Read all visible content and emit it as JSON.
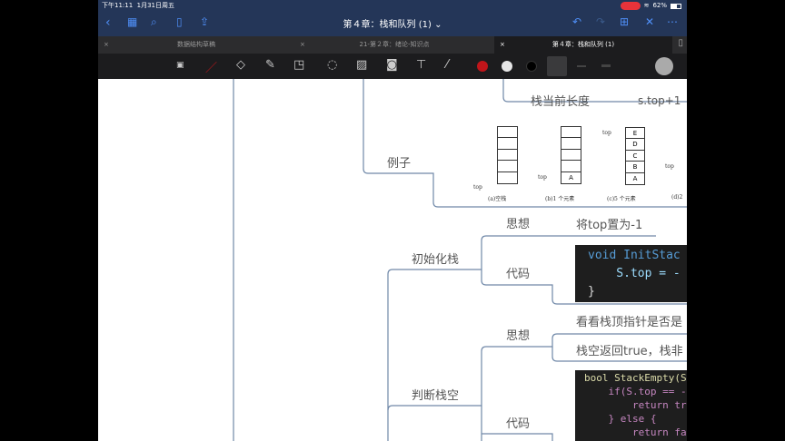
{
  "status": {
    "time": "下午11:11",
    "date": "1月31日周五",
    "battery": "62%",
    "battery_level": 0.62
  },
  "nav": {
    "title": "第４章：栈和队列 (1) ⌄",
    "icons": [
      "back-icon",
      "grid-icon",
      "search-icon",
      "bookmark-icon",
      "share-icon",
      "undo-icon",
      "redo-icon",
      "add-page-icon",
      "close-icon",
      "more-icon"
    ]
  },
  "tabs": [
    {
      "label": "数据结构草稿"
    },
    {
      "label": "21-第２章：绪论-知识点"
    },
    {
      "label": "第４章：栈和队列 (1)",
      "active": true
    }
  ],
  "toolbar": {
    "tools": [
      "pen",
      "eraser",
      "highlighter",
      "shapes",
      "lasso",
      "image",
      "camera",
      "text",
      "laser"
    ],
    "colors": [
      "#c0151a",
      "#e6e6e6",
      "#000000"
    ]
  },
  "mindmap": {
    "stack_length_label": "栈当前长度",
    "stack_length_value": "s.top+1",
    "example": "例子",
    "figure": {
      "top": "top",
      "a": "(a)空栈",
      "b": "(b)1 个元素",
      "c": "(c)5 个元素",
      "d": "(d)2",
      "b_items": [
        "A"
      ],
      "c_items": [
        "E",
        "D",
        "C",
        "B",
        "A"
      ]
    },
    "init": {
      "label": "初始化栈",
      "idea_label": "思想",
      "idea": "将top置为-1",
      "code_label": "代码",
      "code": [
        "void InitStac",
        "    S.top = -",
        "}"
      ]
    },
    "empty": {
      "label": "判断栈空",
      "idea_label": "思想",
      "idea1": "看看栈顶指针是否是",
      "idea2": "栈空返回true，栈非",
      "code_label": "代码",
      "code": [
        "bool StackEmpty(S",
        "    if(S.top == -",
        "        return tr",
        "    } else {",
        "        return fa"
      ]
    }
  }
}
